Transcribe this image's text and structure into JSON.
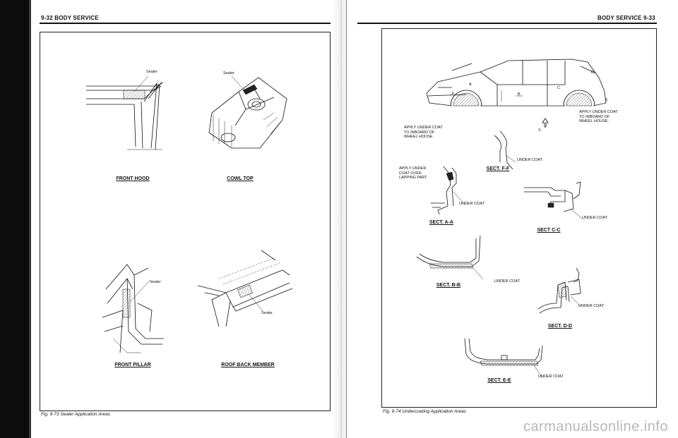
{
  "left_page": {
    "header": "9-32 BODY SERVICE",
    "figure": {
      "caption": "Fig. 9-73 Sealer Application Areas",
      "items": [
        {
          "label": "FRONT HOOD",
          "callout": "Sealer"
        },
        {
          "label": "COWL TOP",
          "callout": "Sealer"
        },
        {
          "label": "FRONT PILLAR",
          "callout": "Sealer"
        },
        {
          "label": "ROOF BACK MEMBER",
          "callout": "Sealer"
        }
      ]
    }
  },
  "right_page": {
    "header": "BODY SERVICE 9-33",
    "figure": {
      "caption": "Fig. 9-74 Undercoating Application Areas",
      "car_notes": {
        "front": "APPLY UNDER COAT\nTO INBOARD OF\nWHEEL HOUSE.",
        "rear": "APPLY UNDER COAT\nTO INBOARD OF\nWHEEL HOUSE."
      },
      "section_markers": [
        "A",
        "B",
        "C",
        "D",
        "E",
        "F",
        "X"
      ],
      "overlap_note": "APPLY UNDER\nCOAT OVER\nLAPPING PART.",
      "sections": [
        {
          "label": "SECT. F-F",
          "callout": "UNDER COAT"
        },
        {
          "label": "SECT. A-A",
          "callout": "UNDER COAT"
        },
        {
          "label": "SECT C-C",
          "callout": "UNDER COAT"
        },
        {
          "label": "SECT. B-B",
          "callout": "UNDER COAT"
        },
        {
          "label": "SECT. D-D",
          "callout": "UNDER COAT"
        },
        {
          "label": "SECT. E-E",
          "callout": "UNDER COAT"
        }
      ]
    }
  },
  "watermark": "carmanualsonline.info"
}
